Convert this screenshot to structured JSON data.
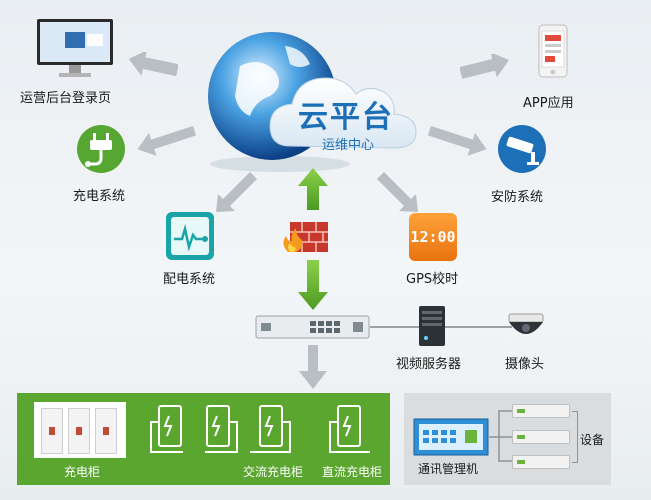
{
  "cloud": {
    "title": "云平台",
    "subtitle": "运维中心"
  },
  "nodes": {
    "ops_login": "运营后台登录页",
    "app": "APP应用",
    "charging_system": "充电系统",
    "security_system": "安防系统",
    "power_distribution": "配电系统",
    "gps_timing": "GPS校时",
    "gps_display": "12:00",
    "video_server": "视频服务器",
    "camera": "摄像头"
  },
  "bottom": {
    "charging_cabinet": "充电柜",
    "ac_cabinet": "交流充电柜",
    "dc_cabinet": "直流充电柜",
    "comm_manager": "通讯管理机",
    "devices": "设备"
  },
  "colors": {
    "green": "#5aa62f",
    "blue": "#1d6fb8",
    "orange": "#f08a1c",
    "gray_arrow": "#b8bec3"
  }
}
